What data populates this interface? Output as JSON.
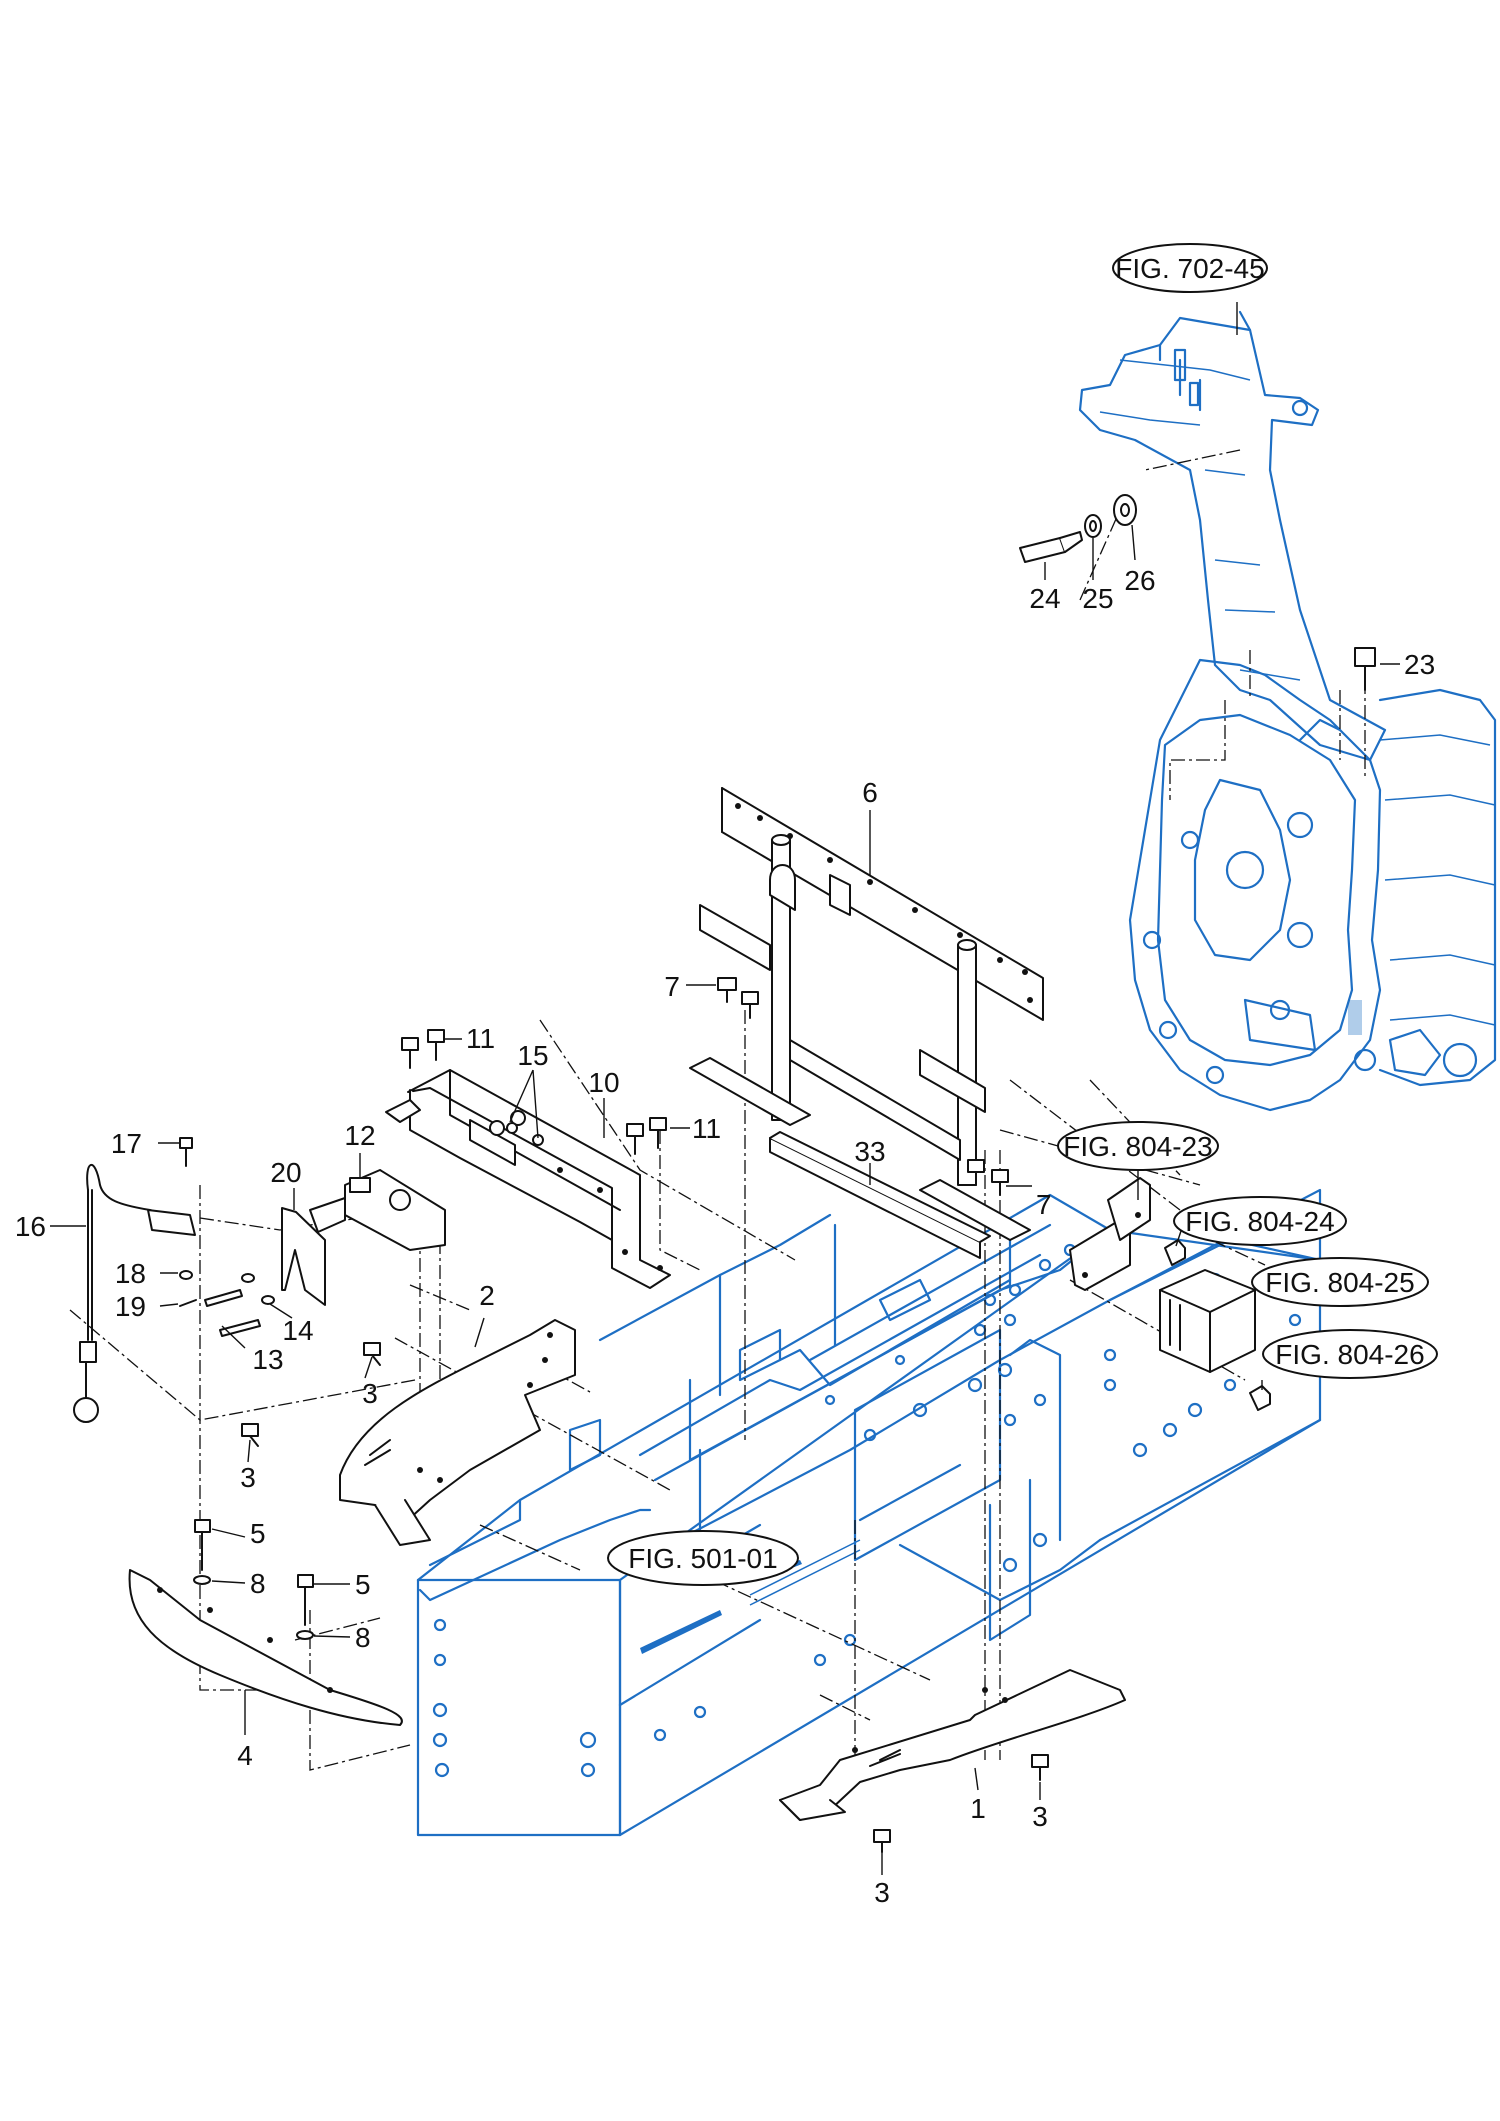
{
  "figure_refs": {
    "fig_702_45": "FIG. 702-45",
    "fig_804_23": "FIG. 804-23",
    "fig_804_24": "FIG. 804-24",
    "fig_804_25": "FIG. 804-25",
    "fig_804_26": "FIG. 804-26",
    "fig_501_01": "FIG. 501-01"
  },
  "part_numbers": {
    "p1": "1",
    "p2": "2",
    "p3a": "3",
    "p3b": "3",
    "p3c": "3",
    "p3d": "3",
    "p4": "4",
    "p5a": "5",
    "p5b": "5",
    "p6": "6",
    "p7a": "7",
    "p7b": "7",
    "p8a": "8",
    "p8b": "8",
    "p10": "10",
    "p11a": "11",
    "p11b": "11",
    "p12": "12",
    "p13": "13",
    "p14": "14",
    "p15": "15",
    "p16": "16",
    "p17": "17",
    "p18": "18",
    "p19": "19",
    "p20": "20",
    "p23": "23",
    "p24": "24",
    "p25": "25",
    "p26": "26",
    "p33": "33"
  },
  "colors": {
    "reference_assembly": "#1e6fc4",
    "parts": "#111111"
  }
}
